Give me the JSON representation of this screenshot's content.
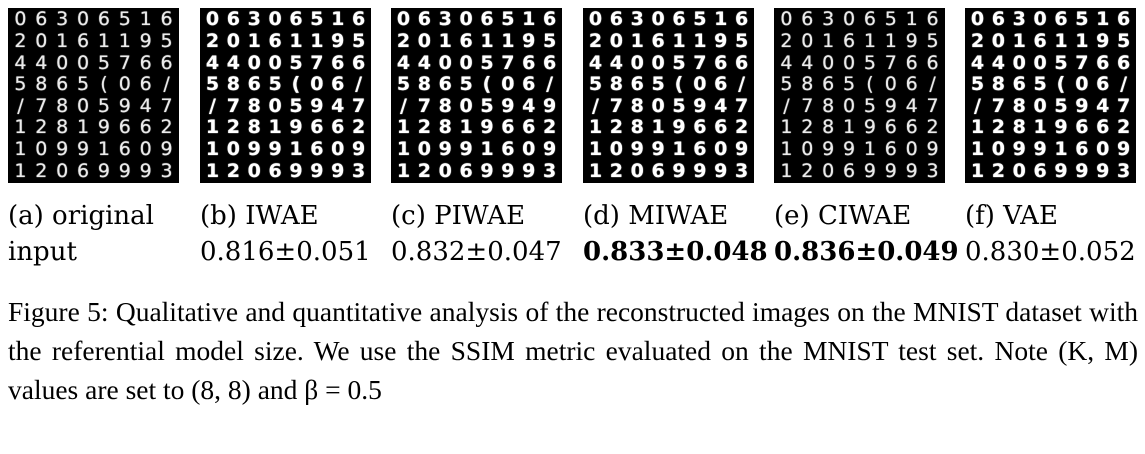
{
  "panels": [
    {
      "id": "a",
      "label": "(a) original",
      "value": "input",
      "bold": false,
      "digits": [
        "0",
        "6",
        "3",
        "0",
        "6",
        "5",
        "1",
        "6",
        "2",
        "0",
        "1",
        "6",
        "1",
        "1",
        "9",
        "5",
        "4",
        "4",
        "0",
        "0",
        "5",
        "7",
        "6",
        "6",
        "5",
        "8",
        "6",
        "5",
        "(",
        "0",
        "6",
        "/",
        "/",
        "7",
        "8",
        "0",
        "5",
        "9",
        "4",
        "7",
        "1",
        "2",
        "8",
        "1",
        "9",
        "6",
        "6",
        "2",
        "1",
        "0",
        "9",
        "9",
        "1",
        "6",
        "0",
        "9",
        "1",
        "2",
        "0",
        "6",
        "9",
        "9",
        "9",
        "3"
      ]
    },
    {
      "id": "b",
      "label": "(b) IWAE",
      "value": "0.816±0.051",
      "bold": false,
      "digits": [
        "0",
        "6",
        "3",
        "0",
        "6",
        "5",
        "1",
        "6",
        "2",
        "0",
        "1",
        "6",
        "1",
        "1",
        "9",
        "5",
        "4",
        "4",
        "0",
        "0",
        "5",
        "7",
        "6",
        "6",
        "5",
        "8",
        "6",
        "5",
        "(",
        "0",
        "6",
        "/",
        "/",
        "7",
        "8",
        "0",
        "5",
        "9",
        "4",
        "7",
        "1",
        "2",
        "8",
        "1",
        "9",
        "6",
        "6",
        "2",
        "1",
        "0",
        "9",
        "9",
        "1",
        "6",
        "0",
        "9",
        "1",
        "2",
        "0",
        "6",
        "9",
        "9",
        "9",
        "3"
      ]
    },
    {
      "id": "c",
      "label": "(c) PIWAE",
      "value": "0.832±0.047",
      "bold": false,
      "digits": [
        "0",
        "6",
        "3",
        "0",
        "6",
        "5",
        "1",
        "6",
        "2",
        "0",
        "1",
        "6",
        "1",
        "1",
        "9",
        "5",
        "4",
        "4",
        "0",
        "0",
        "5",
        "7",
        "6",
        "6",
        "5",
        "8",
        "6",
        "5",
        "(",
        "0",
        "6",
        "/",
        "/",
        "7",
        "8",
        "0",
        "5",
        "9",
        "4",
        "9",
        "1",
        "2",
        "8",
        "1",
        "9",
        "6",
        "6",
        "2",
        "1",
        "0",
        "9",
        "9",
        "1",
        "6",
        "0",
        "9",
        "1",
        "2",
        "0",
        "6",
        "9",
        "9",
        "9",
        "3"
      ]
    },
    {
      "id": "d",
      "label": "(d) MIWAE",
      "value": "0.833±0.048",
      "bold": true,
      "digits": [
        "0",
        "6",
        "3",
        "0",
        "6",
        "5",
        "1",
        "6",
        "2",
        "0",
        "1",
        "6",
        "1",
        "1",
        "9",
        "5",
        "4",
        "4",
        "0",
        "0",
        "5",
        "7",
        "6",
        "6",
        "5",
        "8",
        "6",
        "5",
        "(",
        "0",
        "6",
        "/",
        "/",
        "7",
        "8",
        "0",
        "5",
        "9",
        "4",
        "7",
        "1",
        "2",
        "8",
        "1",
        "9",
        "6",
        "6",
        "2",
        "1",
        "0",
        "9",
        "9",
        "1",
        "6",
        "0",
        "9",
        "1",
        "2",
        "0",
        "6",
        "9",
        "9",
        "9",
        "3"
      ]
    },
    {
      "id": "e",
      "label": "(e) CIWAE",
      "value": "0.836±0.049",
      "bold": true,
      "digits": [
        "0",
        "6",
        "3",
        "0",
        "6",
        "5",
        "1",
        "6",
        "2",
        "0",
        "1",
        "6",
        "1",
        "1",
        "9",
        "5",
        "4",
        "4",
        "0",
        "0",
        "5",
        "7",
        "6",
        "6",
        "5",
        "8",
        "6",
        "5",
        "(",
        "0",
        "6",
        "/",
        "/",
        "7",
        "8",
        "0",
        "5",
        "9",
        "4",
        "7",
        "1",
        "2",
        "8",
        "1",
        "9",
        "6",
        "6",
        "2",
        "1",
        "0",
        "9",
        "9",
        "1",
        "6",
        "0",
        "9",
        "1",
        "2",
        "0",
        "6",
        "9",
        "9",
        "9",
        "3"
      ]
    },
    {
      "id": "f",
      "label": "(f) VAE",
      "value": "0.830±0.052",
      "bold": false,
      "digits": [
        "0",
        "6",
        "3",
        "0",
        "6",
        "5",
        "1",
        "6",
        "2",
        "0",
        "1",
        "6",
        "1",
        "1",
        "9",
        "5",
        "4",
        "4",
        "0",
        "0",
        "5",
        "7",
        "6",
        "6",
        "5",
        "8",
        "6",
        "5",
        "(",
        "0",
        "6",
        "/",
        "/",
        "7",
        "8",
        "0",
        "5",
        "9",
        "4",
        "7",
        "1",
        "2",
        "8",
        "1",
        "9",
        "6",
        "6",
        "2",
        "1",
        "0",
        "9",
        "9",
        "1",
        "6",
        "0",
        "9",
        "1",
        "2",
        "0",
        "6",
        "9",
        "9",
        "9",
        "3"
      ]
    }
  ],
  "caption": {
    "text": "Figure 5: Qualitative and quantitative analysis of the reconstructed images on the MNIST dataset with the referential model size. We use the SSIM metric evaluated on the MNIST test set. Note (K, M) values are set to (8, 8) and β = 0.5"
  }
}
